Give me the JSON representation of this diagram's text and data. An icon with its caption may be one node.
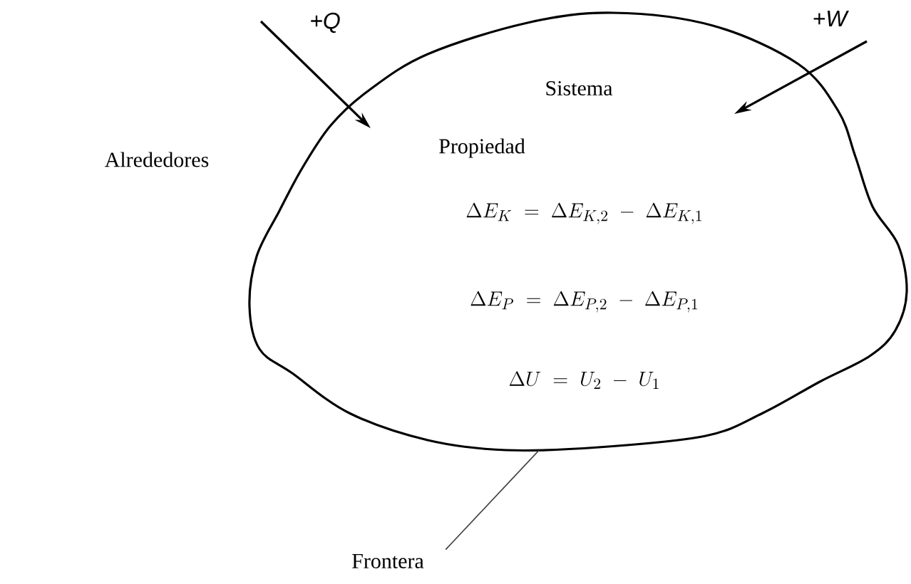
{
  "diagram": {
    "nodes": [
      {
        "text": [
          "Sistema",
          "Propiedad",
          "\\Delta E_K \\;=\\; \\Delta E_{K,2} \\;-\\; \\Delta E_{K,1}",
          "\\Delta E_P \\;=\\; \\Delta E_{P,2} \\;-\\; \\Delta E_{P,1}",
          "\\Delta U \\;=\\; U_2 \\;-\\; U_1"
        ]
      },
      {
        "text": [
          "Frontera"
        ]
      }
    ],
    "edges": [
      {
        "from": null,
        "to": 0,
        "arrow": "to",
        "label": "+Q"
      },
      {
        "from": null,
        "to": 0,
        "arrow": "to",
        "label": "+W"
      },
      {
        "from": 1,
        "to": 0,
        "arrow": "none"
      }
    ],
    "labels": [
      "Alrededores"
    ]
  }
}
